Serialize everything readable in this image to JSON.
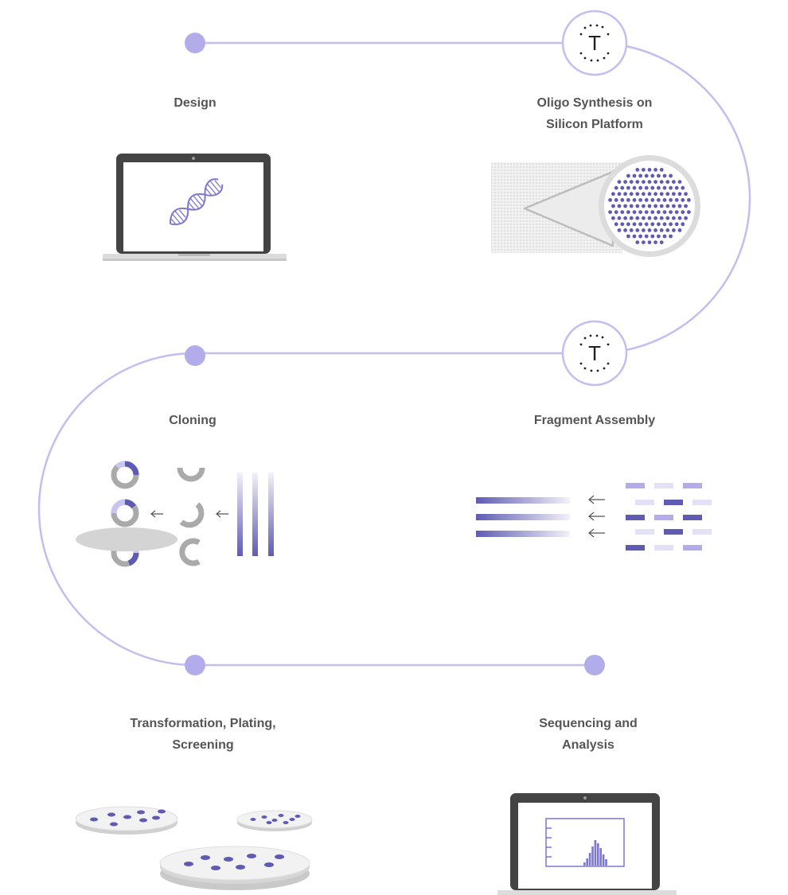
{
  "colors": {
    "accent": "#b3acea",
    "accent_dark": "#5f5bb3",
    "accent_mid": "#7d77d0",
    "accent_pale": "#e3e1f7",
    "line": "#c4bdf0",
    "text": "#555555",
    "grey": "#aaaaaa",
    "laptop_frame": "#444444"
  },
  "logo_mark": {
    "letter": "T",
    "icon": "twist-logo-icon"
  },
  "steps": [
    {
      "id": "design",
      "label_lines": [
        "Design"
      ],
      "icon": "laptop-dna-icon"
    },
    {
      "id": "oligo-synthesis",
      "label_lines": [
        "Oligo Synthesis on",
        "Silicon Platform"
      ],
      "icon": "silicon-chip-icon"
    },
    {
      "id": "fragment-assembly",
      "label_lines": [
        "Fragment Assembly"
      ],
      "icon": "fragment-assembly-icon"
    },
    {
      "id": "cloning",
      "label_lines": [
        "Cloning"
      ],
      "icon": "cloning-plasmid-icon"
    },
    {
      "id": "transformation",
      "label_lines": [
        "Transformation, Plating,",
        "Screening"
      ],
      "icon": "petri-dish-icon"
    },
    {
      "id": "sequencing",
      "label_lines": [
        "Sequencing and",
        "Analysis"
      ],
      "icon": "laptop-histogram-icon"
    }
  ]
}
